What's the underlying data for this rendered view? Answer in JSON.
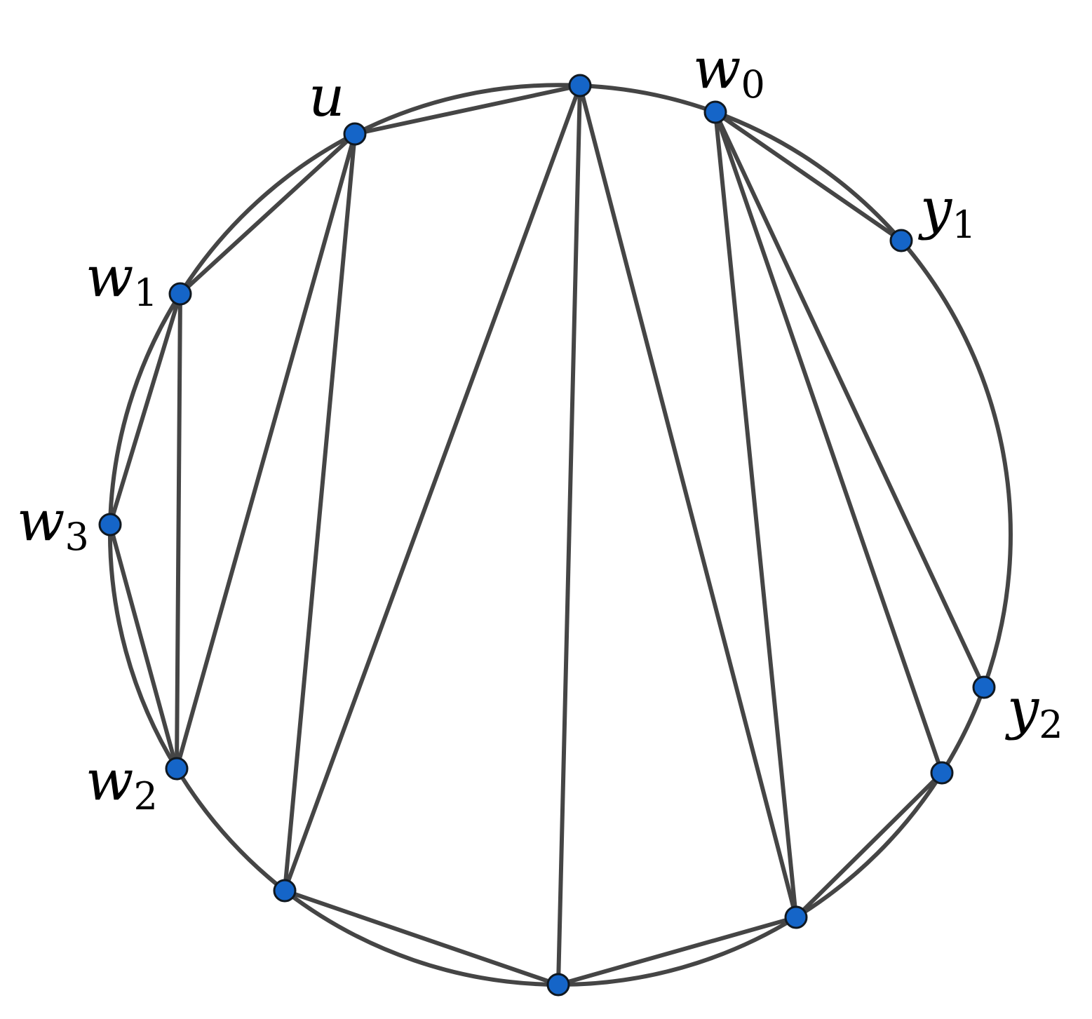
{
  "colors": {
    "vertex_fill": "#1565c8",
    "edge_stroke": "#454545",
    "background": "#ffffff"
  },
  "vertices": [
    {
      "id": "top",
      "label": "",
      "sub": ""
    },
    {
      "id": "w0",
      "label": "w",
      "sub": "0"
    },
    {
      "id": "y1",
      "label": "y",
      "sub": "1"
    },
    {
      "id": "y2",
      "label": "y",
      "sub": "2"
    },
    {
      "id": "br1",
      "label": "",
      "sub": ""
    },
    {
      "id": "br2",
      "label": "",
      "sub": ""
    },
    {
      "id": "bottom",
      "label": "",
      "sub": ""
    },
    {
      "id": "bl",
      "label": "",
      "sub": ""
    },
    {
      "id": "w2",
      "label": "w",
      "sub": "2"
    },
    {
      "id": "w3",
      "label": "w",
      "sub": "3"
    },
    {
      "id": "w1",
      "label": "w",
      "sub": "1"
    },
    {
      "id": "u",
      "label": "u",
      "sub": ""
    }
  ],
  "arcs": [
    [
      "top",
      "w0"
    ],
    [
      "w0",
      "y1"
    ],
    [
      "y1",
      "y2"
    ],
    [
      "y2",
      "br1"
    ],
    [
      "br1",
      "br2"
    ],
    [
      "br2",
      "bottom"
    ],
    [
      "bottom",
      "bl"
    ],
    [
      "bl",
      "w2"
    ],
    [
      "w2",
      "w3"
    ],
    [
      "w3",
      "w1"
    ],
    [
      "w1",
      "u"
    ],
    [
      "u",
      "top"
    ]
  ],
  "chords": [
    [
      "u",
      "top"
    ],
    [
      "u",
      "w1"
    ],
    [
      "u",
      "w2"
    ],
    [
      "u",
      "bl"
    ],
    [
      "w1",
      "w3"
    ],
    [
      "w1",
      "w2"
    ],
    [
      "w3",
      "w2"
    ],
    [
      "top",
      "bl"
    ],
    [
      "top",
      "bottom"
    ],
    [
      "top",
      "br2"
    ],
    [
      "w0",
      "y1"
    ],
    [
      "w0",
      "y2"
    ],
    [
      "w0",
      "br1"
    ],
    [
      "w0",
      "br2"
    ],
    [
      "br1",
      "br2"
    ],
    [
      "bottom",
      "br2"
    ],
    [
      "bl",
      "bottom"
    ]
  ]
}
